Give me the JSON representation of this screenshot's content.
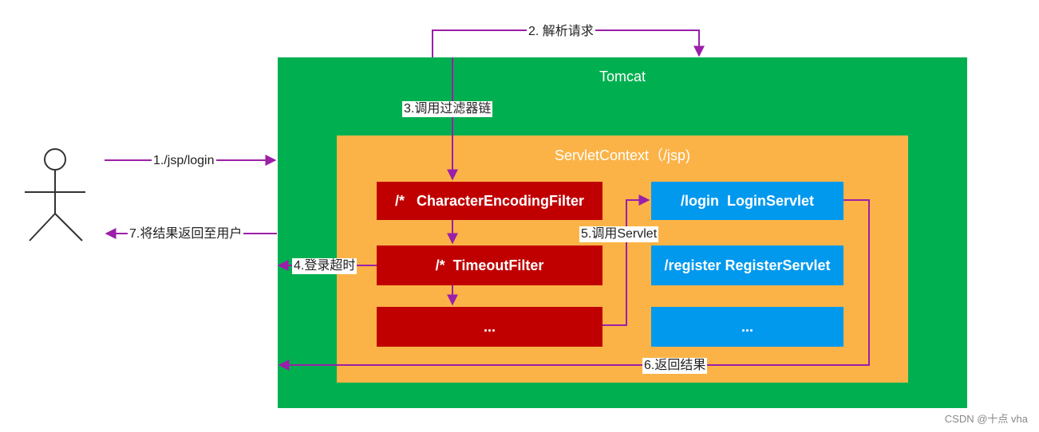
{
  "tomcat": {
    "title": "Tomcat"
  },
  "context": {
    "title": "ServletContext（/jsp)"
  },
  "filters": [
    {
      "label": "/*   CharacterEncodingFilter"
    },
    {
      "label": "/*  TimeoutFilter"
    },
    {
      "label": "..."
    }
  ],
  "servlets": [
    {
      "label": "/login  LoginServlet"
    },
    {
      "label": "/register RegisterServlet"
    },
    {
      "label": "..."
    }
  ],
  "steps": {
    "s1": "1./jsp/login",
    "s2": "2. 解析请求",
    "s3": "3.调用过滤器链",
    "s4": "4.登录超时",
    "s5": "5.调用Servlet",
    "s6": "6.返回结果",
    "s7": "7.将结果返回至用户"
  },
  "colors": {
    "tomcat": "#00b050",
    "context": "#fbb347",
    "filter": "#c00000",
    "servlet": "#0099ee",
    "arrow": "#9b1fa8"
  },
  "watermark": "CSDN @十点 vha"
}
